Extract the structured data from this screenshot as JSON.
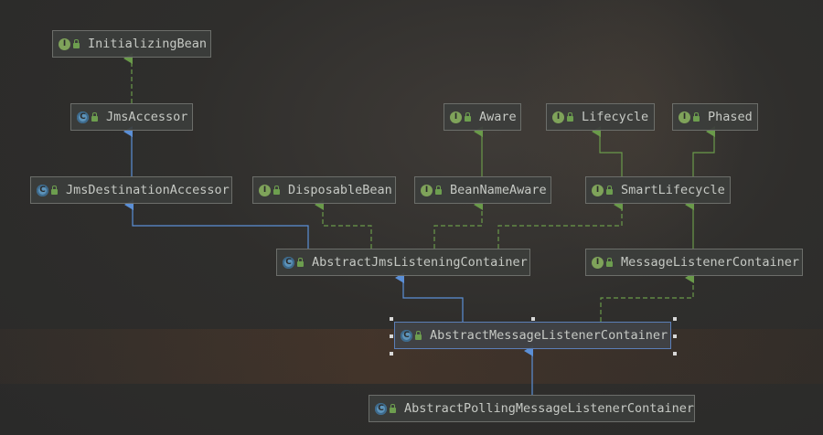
{
  "diagram": {
    "nodes": [
      {
        "id": "initializingBean",
        "label": "InitializingBean",
        "kind": "interface",
        "icon": "interface-icon"
      },
      {
        "id": "jmsAccessor",
        "label": "JmsAccessor",
        "kind": "abstract-class",
        "icon": "abstract-class-icon"
      },
      {
        "id": "jmsDestinationAccessor",
        "label": "JmsDestinationAccessor",
        "kind": "abstract-class",
        "icon": "abstract-class-icon"
      },
      {
        "id": "disposableBean",
        "label": "DisposableBean",
        "kind": "interface",
        "icon": "interface-icon"
      },
      {
        "id": "aware",
        "label": "Aware",
        "kind": "interface",
        "icon": "interface-icon"
      },
      {
        "id": "beanNameAware",
        "label": "BeanNameAware",
        "kind": "interface",
        "icon": "interface-icon"
      },
      {
        "id": "lifecycle",
        "label": "Lifecycle",
        "kind": "interface",
        "icon": "interface-icon"
      },
      {
        "id": "phased",
        "label": "Phased",
        "kind": "interface",
        "icon": "interface-icon"
      },
      {
        "id": "smartLifecycle",
        "label": "SmartLifecycle",
        "kind": "interface",
        "icon": "interface-icon"
      },
      {
        "id": "abstractJmsListeningContainer",
        "label": "AbstractJmsListeningContainer",
        "kind": "abstract-class",
        "icon": "abstract-class-icon"
      },
      {
        "id": "messageListenerContainer",
        "label": "MessageListenerContainer",
        "kind": "interface",
        "icon": "interface-icon"
      },
      {
        "id": "abstractMessageListenerContainer",
        "label": "AbstractMessageListenerContainer",
        "kind": "abstract-class",
        "icon": "abstract-class-icon",
        "selected": true
      },
      {
        "id": "abstractPollingMessageListenerContainer",
        "label": "AbstractPollingMessageListenerContainer",
        "kind": "abstract-class",
        "icon": "abstract-class-icon"
      }
    ],
    "edges": [
      {
        "from": "jmsAccessor",
        "to": "initializingBean",
        "type": "implements"
      },
      {
        "from": "jmsDestinationAccessor",
        "to": "jmsAccessor",
        "type": "extends"
      },
      {
        "from": "beanNameAware",
        "to": "aware",
        "type": "extends-interface"
      },
      {
        "from": "smartLifecycle",
        "to": "lifecycle",
        "type": "extends-interface"
      },
      {
        "from": "smartLifecycle",
        "to": "phased",
        "type": "extends-interface"
      },
      {
        "from": "abstractJmsListeningContainer",
        "to": "jmsDestinationAccessor",
        "type": "extends"
      },
      {
        "from": "abstractJmsListeningContainer",
        "to": "disposableBean",
        "type": "implements"
      },
      {
        "from": "abstractJmsListeningContainer",
        "to": "beanNameAware",
        "type": "implements"
      },
      {
        "from": "abstractJmsListeningContainer",
        "to": "smartLifecycle",
        "type": "implements"
      },
      {
        "from": "messageListenerContainer",
        "to": "smartLifecycle",
        "type": "extends-interface"
      },
      {
        "from": "abstractMessageListenerContainer",
        "to": "abstractJmsListeningContainer",
        "type": "extends"
      },
      {
        "from": "abstractMessageListenerContainer",
        "to": "messageListenerContainer",
        "type": "implements"
      },
      {
        "from": "abstractPollingMessageListenerContainer",
        "to": "abstractMessageListenerContainer",
        "type": "extends"
      }
    ],
    "colors": {
      "extends": "#5b8fd6",
      "interface_extends": "#6a9a4a",
      "implements": "#6a9a4a",
      "node_border": "#6c6e6a",
      "selected_border": "#5b7fb8"
    }
  }
}
